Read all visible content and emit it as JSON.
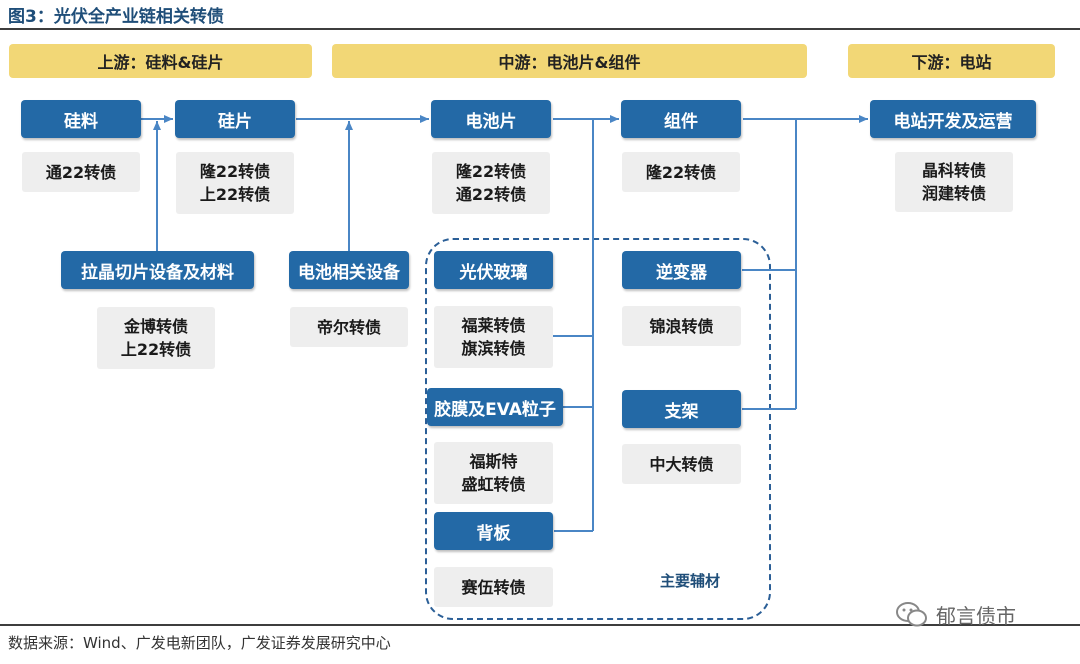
{
  "figure": {
    "title": "图3：光伏全产业链相关转债",
    "source": "数据来源：Wind、广发电新团队，广发证券发展研究中心",
    "watermark": "郁言债市"
  },
  "stages": {
    "upstream": "上游：硅料&硅片",
    "midstream": "中游：电池片&组件",
    "downstream": "下游：电站"
  },
  "nodes": {
    "silicon_material": "硅料",
    "wafer": "硅片",
    "cell": "电池片",
    "module": "组件",
    "power_station": "电站开发及运营",
    "crystal_equipment": "拉晶切片设备及材料",
    "cell_equipment": "电池相关设备",
    "pv_glass": "光伏玻璃",
    "film_eva": "胶膜及EVA粒子",
    "backsheet": "背板",
    "inverter": "逆变器",
    "bracket": "支架"
  },
  "bonds": {
    "silicon_material": [
      "通22转债"
    ],
    "wafer": [
      "隆22转债",
      "上22转债"
    ],
    "cell": [
      "隆22转债",
      "通22转债"
    ],
    "module": [
      "隆22转债"
    ],
    "power_station": [
      "晶科转债",
      "润建转债"
    ],
    "crystal_equipment": [
      "金博转债",
      "上22转债"
    ],
    "cell_equipment": [
      "帝尔转债"
    ],
    "pv_glass": [
      "福莱转债",
      "旗滨转债"
    ],
    "film_eva": [
      "福斯特",
      "盛虹转债"
    ],
    "backsheet": [
      "赛伍转债"
    ],
    "inverter": [
      "锦浪转债"
    ],
    "bracket": [
      "中大转债"
    ]
  },
  "auxiliary_label": "主要辅材",
  "colors": {
    "node_blue": "#2369a6",
    "stage_yellow": "#f2d776",
    "list_gray": "#eeeeee",
    "connector": "#4a86c5"
  }
}
